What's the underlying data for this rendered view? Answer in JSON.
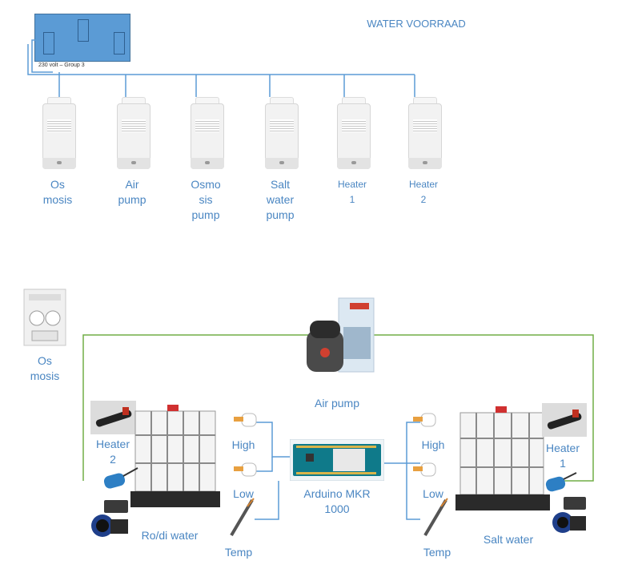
{
  "title": "WATER VOORRAAD",
  "power_plate": {
    "label": "230 volt – Group 3"
  },
  "relays": [
    {
      "label": "Os\nmosis"
    },
    {
      "label": "Air\npump"
    },
    {
      "label": "Osmo\nsis\npump"
    },
    {
      "label": "Salt\nwater\npump"
    },
    {
      "label": "Heater\n1"
    },
    {
      "label": "Heater\n2"
    }
  ],
  "system": {
    "osmosis_label": "Os\nmosis",
    "air_pump_label": "Air pump",
    "arduino_label": "Arduino MKR\n1000",
    "left": {
      "heater_label": "Heater\n2",
      "tank_label": "Ro/di water",
      "high_label": "High",
      "low_label": "Low",
      "temp_label": "Temp"
    },
    "right": {
      "heater_label": "Heater\n1",
      "tank_label": "Salt water",
      "high_label": "High",
      "low_label": "Low",
      "temp_label": "Temp"
    }
  },
  "colors": {
    "blue_line": "#5b9bd5",
    "green_line": "#70ad47",
    "label": "#4a86c2"
  }
}
